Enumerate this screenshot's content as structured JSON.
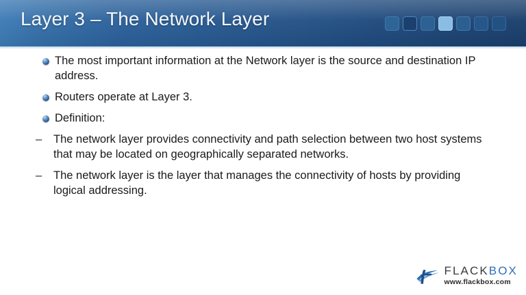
{
  "slide": {
    "title": "Layer 3 – The Network Layer",
    "header": {
      "squares": [
        {
          "name": "square-1",
          "color": "#2f6497",
          "border": "#3f7ab0",
          "fill_style": "muted"
        },
        {
          "name": "square-2",
          "color": "#1b3f6e",
          "border": "#4a86bd",
          "fill_style": "dark"
        },
        {
          "name": "square-3",
          "color": "#2d6193",
          "border": "#3d76ac",
          "fill_style": "muted"
        },
        {
          "name": "square-4",
          "color": "#89bde4",
          "border": "#a9d2ef",
          "fill_style": "bright"
        },
        {
          "name": "square-5",
          "color": "#2c5f90",
          "border": "#3f7ab0",
          "fill_style": "muted"
        },
        {
          "name": "square-6",
          "color": "#27568a",
          "border": "#3a6fa4",
          "fill_style": "muted"
        },
        {
          "name": "square-7",
          "color": "#235182",
          "border": "#36699d",
          "fill_style": "muted"
        }
      ]
    },
    "bullets": [
      {
        "level": 1,
        "marker": "sphere-bullet",
        "text": "The most important information at the Network layer is the source and destination IP address."
      },
      {
        "level": 1,
        "marker": "sphere-bullet",
        "text": "Routers operate at Layer 3."
      },
      {
        "level": 1,
        "marker": "sphere-bullet",
        "text": "Definition:"
      },
      {
        "level": 2,
        "marker": "–",
        "text": "The network layer provides connectivity and path selection between two host systems that may be located on geographically separated networks."
      },
      {
        "level": 2,
        "marker": "–",
        "text": "The network layer is the layer that manages the connectivity of hosts by providing logical addressing."
      }
    ],
    "logo": {
      "mark": "flackbox-swoosh-icon",
      "word_primary": "FLACK",
      "word_secondary": "BOX",
      "url": "www.flackbox.com",
      "primary_color": "#3b3b3b",
      "secondary_color": "#2f6fb5",
      "mark_color": "#2f6fb5"
    },
    "colors": {
      "header_left": "#3d7bb5",
      "header_right": "#1a3f6c",
      "title_text": "#f2f7fc",
      "body_text": "#1a1a1a",
      "background": "#ffffff"
    }
  }
}
